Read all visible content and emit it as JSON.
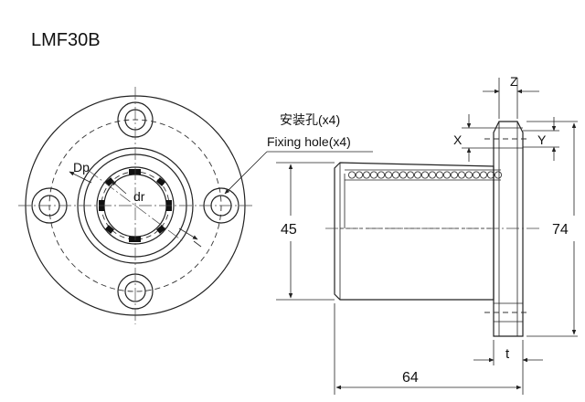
{
  "title": "LMF30B",
  "callout": {
    "chinese": "安装孔(x4)",
    "english": "Fixing hole(x4)"
  },
  "front_view_labels": {
    "dp": "Dp",
    "dr": "dr"
  },
  "dimensions": {
    "outer_diameter": "45",
    "flange_diameter": "74",
    "length": "64",
    "flange_thickness": "t",
    "z": "Z",
    "x": "X",
    "y": "Y"
  }
}
